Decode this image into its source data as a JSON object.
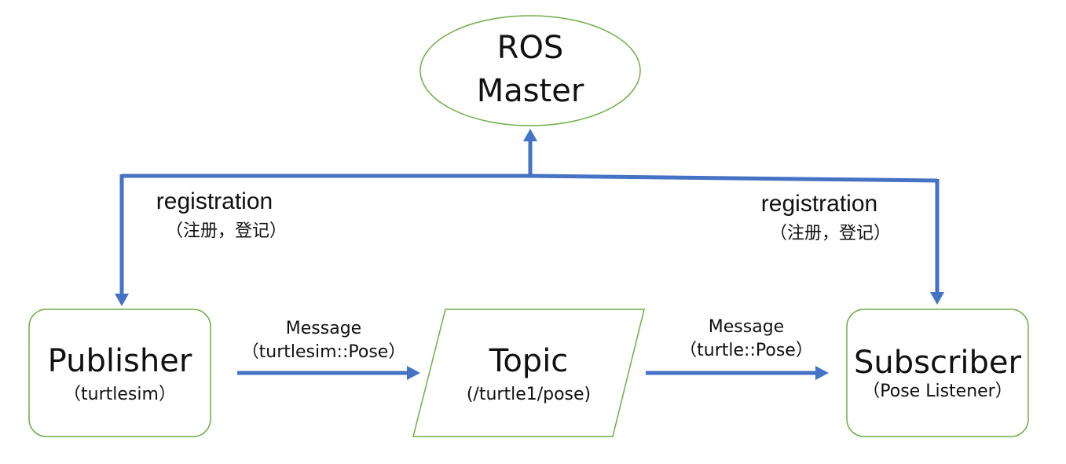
{
  "colors": {
    "node_stroke": "#70ad47",
    "arrow": "#4472c4",
    "text": "#111111",
    "background": "#ffffff"
  },
  "master": {
    "line1": "ROS",
    "line2": "Master"
  },
  "publisher": {
    "title": "Publisher",
    "subtitle": "（turtlesim）"
  },
  "topic": {
    "title": "Topic",
    "subtitle": "(/turtle1/pose)"
  },
  "subscriber": {
    "title": "Subscriber",
    "subtitle": "（Pose Listener）"
  },
  "edges": {
    "pub_to_topic": {
      "line1": "Message",
      "line2": "（turtlesim::Pose）"
    },
    "topic_to_sub": {
      "line1": "Message",
      "line2": "（turtle::Pose）"
    },
    "registration_left": {
      "line1": "registration",
      "line2": "（注册，登记）"
    },
    "registration_right": {
      "line1": "registration",
      "line2": "（注册，登记）"
    }
  }
}
